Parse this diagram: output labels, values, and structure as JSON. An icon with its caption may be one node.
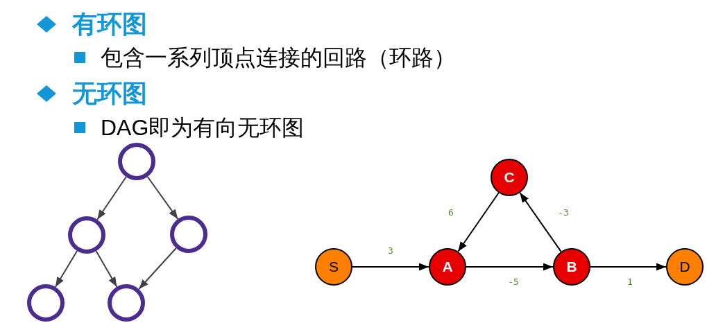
{
  "diagram": {
    "nodes": [
      {
        "text": [],
        "shape": "circle"
      },
      {
        "text": [],
        "shape": "circle"
      },
      {
        "text": [],
        "shape": "circle"
      },
      {
        "text": [],
        "shape": "circle"
      },
      {
        "text": [],
        "shape": "circle"
      },
      {
        "text": [
          "C"
        ]
      },
      {
        "text": [
          "S"
        ]
      },
      {
        "text": [
          "A"
        ]
      },
      {
        "text": [
          "B"
        ]
      },
      {
        "text": [
          "D"
        ]
      }
    ],
    "edges": [
      {
        "from": 0,
        "to": 1,
        "arrow": "to",
        "color": "#404048"
      },
      {
        "from": 0,
        "to": 2,
        "arrow": "to",
        "color": "#404048"
      },
      {
        "from": 1,
        "to": 3,
        "arrow": "to",
        "color": "#404048"
      },
      {
        "from": 1,
        "to": 4,
        "arrow": "to",
        "color": "#404048"
      },
      {
        "from": 2,
        "to": 4,
        "arrow": "to",
        "color": "#404048"
      },
      {
        "from": 6,
        "to": 7,
        "arrow": "to",
        "label": "3"
      },
      {
        "from": 7,
        "to": 8,
        "arrow": "to",
        "label": "-5"
      },
      {
        "from": 8,
        "to": 5,
        "arrow": "to",
        "label": "-3"
      },
      {
        "from": 5,
        "to": 7,
        "arrow": "to",
        "label": "6"
      },
      {
        "from": 8,
        "to": 9,
        "arrow": "to",
        "label": "1"
      }
    ],
    "labels": [
      "有环图",
      "包含一系列顶点连接的回路（环路）",
      "无环图",
      "DAG即为有向无环图"
    ]
  }
}
